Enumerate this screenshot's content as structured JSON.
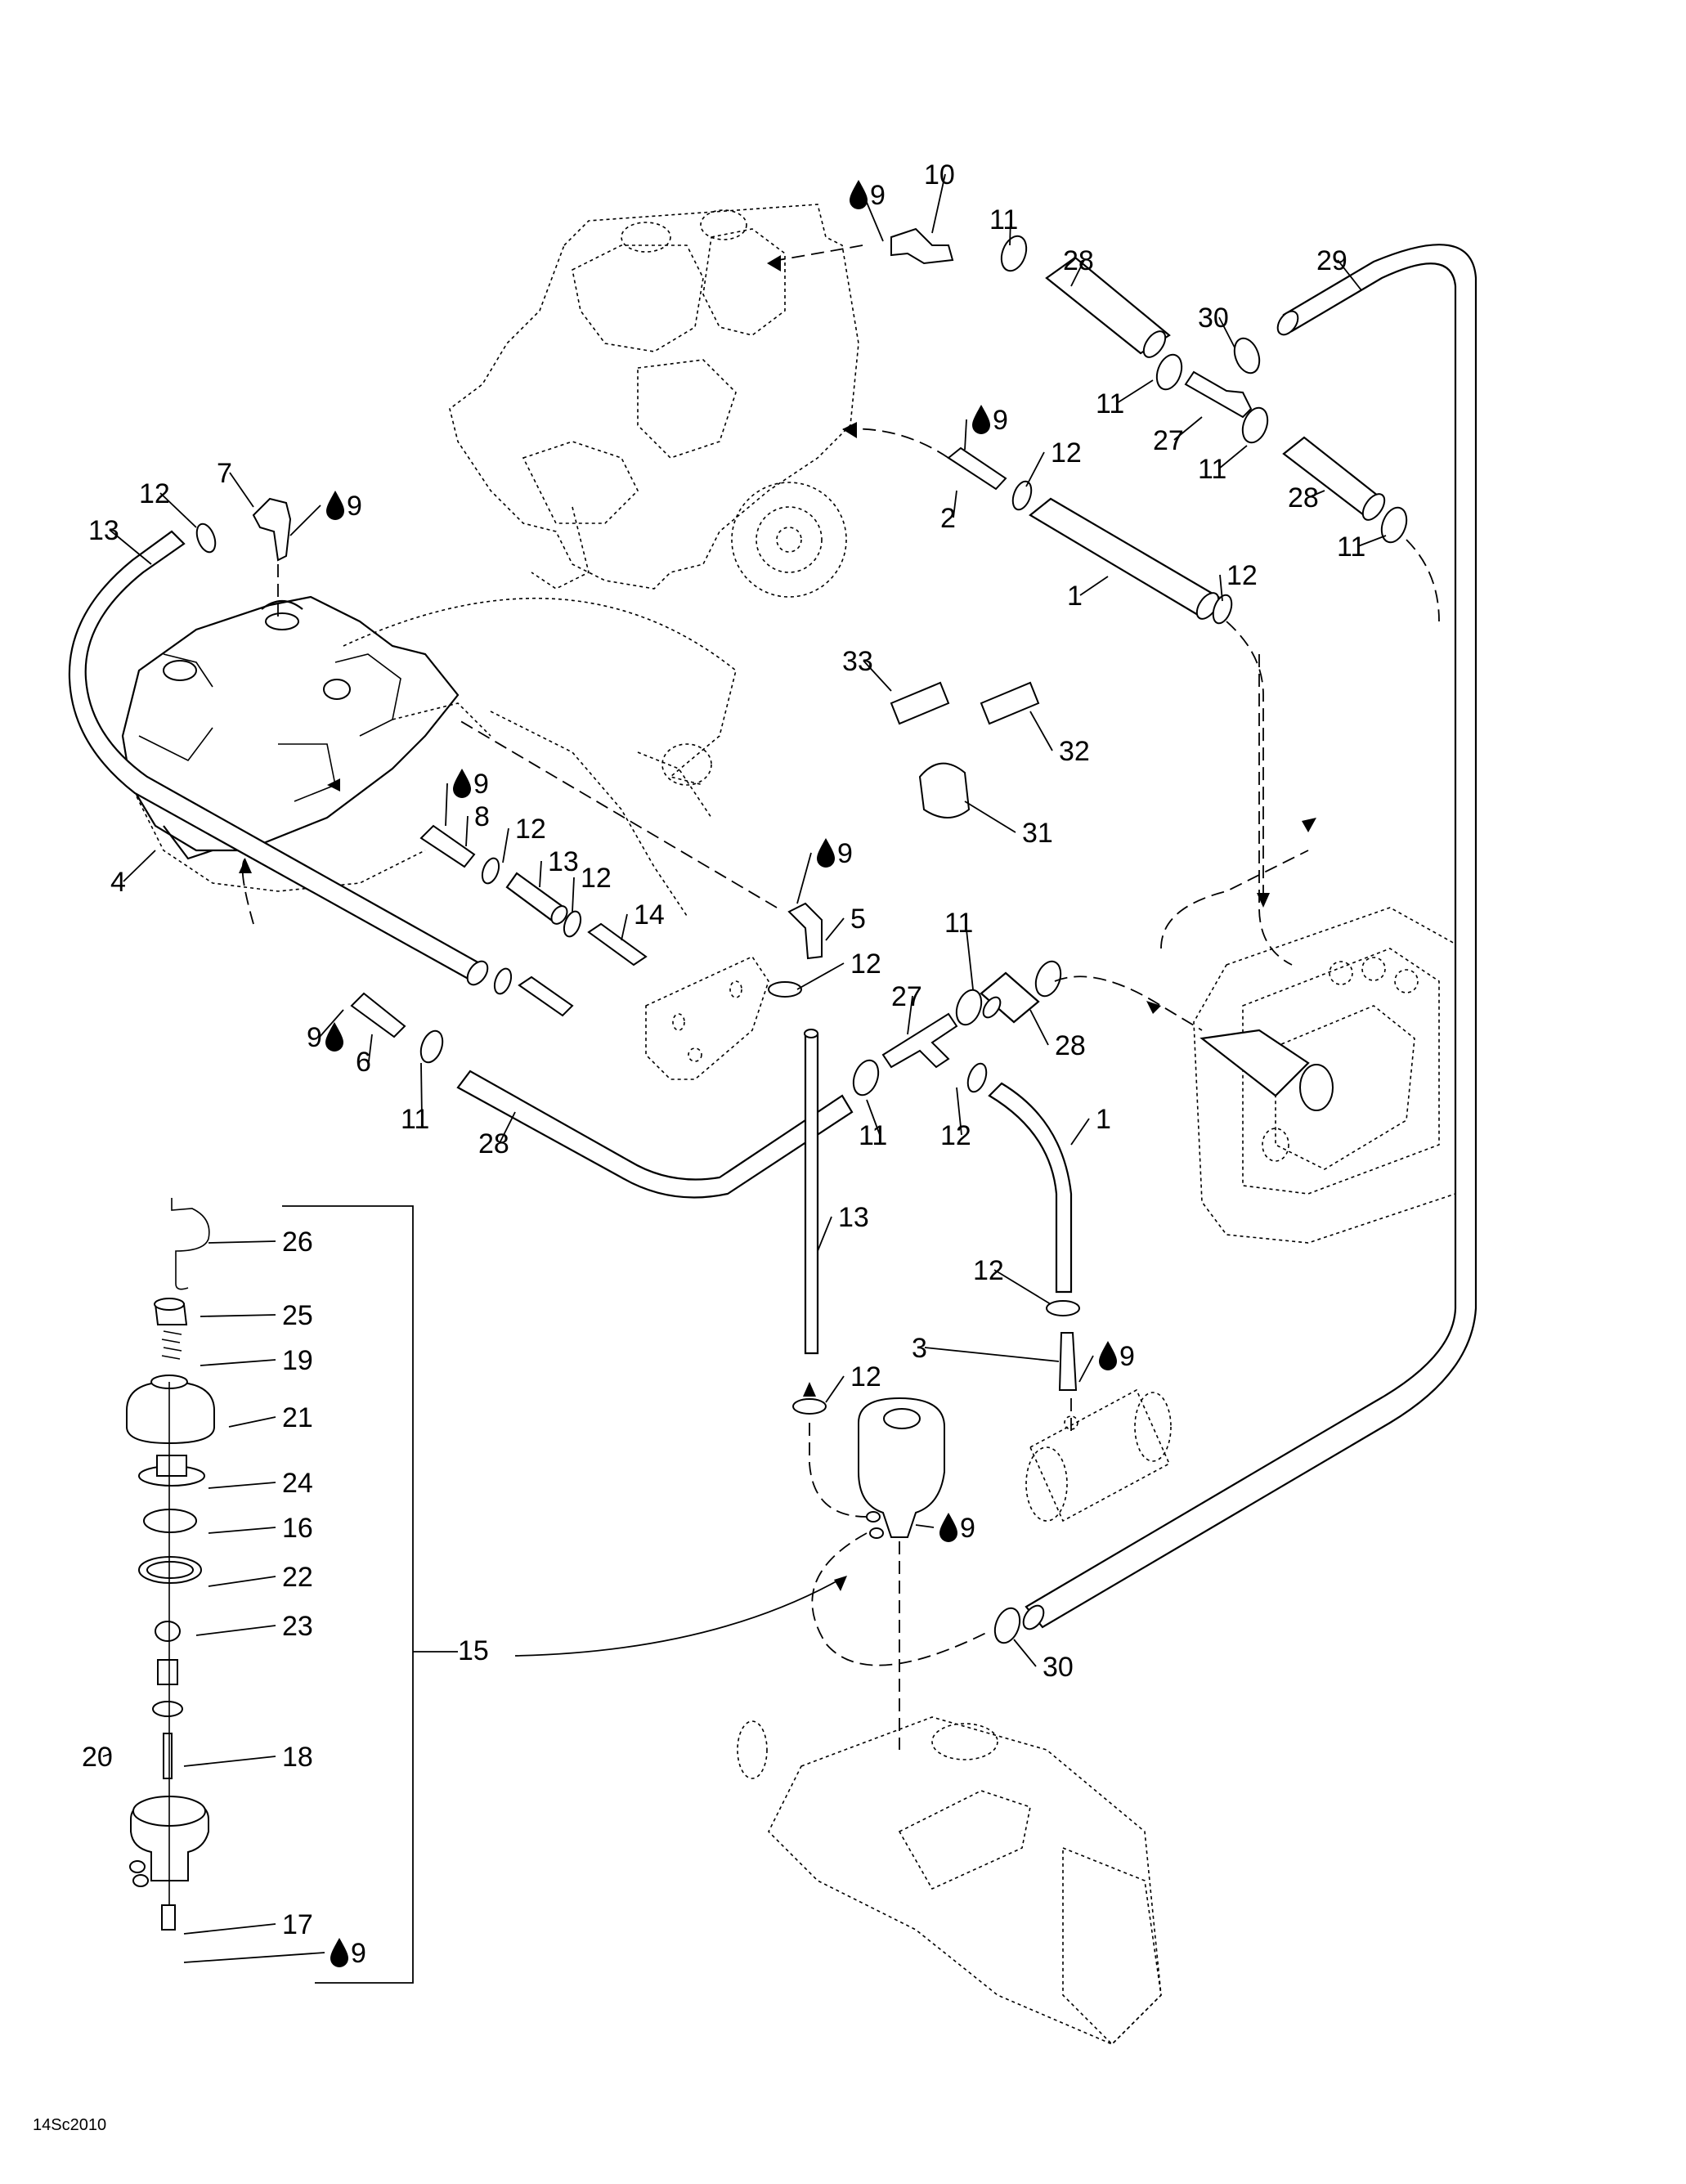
{
  "figure": {
    "code": "14Sc2010",
    "subject": "Cooling / water supply system exploded parts diagram",
    "drop_icon": "oil-drop-icon"
  },
  "components": {
    "engine": "engine-outline",
    "exhaust_manifold": "exhaust-manifold-outline",
    "exhaust_chamber": "exhaust-chamber",
    "jet_pump_plate": "jet-pump-plate",
    "muffler": "muffler-outline",
    "intake_grate": "intake-grate-outline"
  },
  "callouts": [
    {
      "id": "c9a",
      "label": "9",
      "drop": "left"
    },
    {
      "id": "c10",
      "label": "10"
    },
    {
      "id": "c11a",
      "label": "11"
    },
    {
      "id": "c28a",
      "label": "28"
    },
    {
      "id": "c29",
      "label": "29"
    },
    {
      "id": "c30a",
      "label": "30"
    },
    {
      "id": "c11b",
      "label": "11"
    },
    {
      "id": "c27a",
      "label": "27"
    },
    {
      "id": "c11c",
      "label": "11"
    },
    {
      "id": "c28b",
      "label": "28"
    },
    {
      "id": "c11d",
      "label": "11"
    },
    {
      "id": "c9b",
      "label": "9",
      "drop": "left"
    },
    {
      "id": "c12a",
      "label": "12"
    },
    {
      "id": "c2",
      "label": "2"
    },
    {
      "id": "c1a",
      "label": "1"
    },
    {
      "id": "c12b",
      "label": "12"
    },
    {
      "id": "c7",
      "label": "7"
    },
    {
      "id": "c12c",
      "label": "12"
    },
    {
      "id": "c9c",
      "label": "9",
      "drop": "left"
    },
    {
      "id": "c13a",
      "label": "13"
    },
    {
      "id": "c33",
      "label": "33"
    },
    {
      "id": "c32",
      "label": "32"
    },
    {
      "id": "c31",
      "label": "31"
    },
    {
      "id": "c4",
      "label": "4"
    },
    {
      "id": "c9d",
      "label": "9",
      "drop": "left"
    },
    {
      "id": "c8",
      "label": "8"
    },
    {
      "id": "c12d",
      "label": "12"
    },
    {
      "id": "c13b",
      "label": "13"
    },
    {
      "id": "c12e",
      "label": "12"
    },
    {
      "id": "c14",
      "label": "14"
    },
    {
      "id": "c9e",
      "label": "9",
      "drop": "right"
    },
    {
      "id": "c6",
      "label": "6"
    },
    {
      "id": "c11e",
      "label": "11"
    },
    {
      "id": "c28c",
      "label": "28"
    },
    {
      "id": "c9f",
      "label": "9",
      "drop": "left"
    },
    {
      "id": "c5",
      "label": "5"
    },
    {
      "id": "c12f",
      "label": "12"
    },
    {
      "id": "c11f",
      "label": "11"
    },
    {
      "id": "c27b",
      "label": "27"
    },
    {
      "id": "c28d",
      "label": "28"
    },
    {
      "id": "c11g",
      "label": "11"
    },
    {
      "id": "c12g",
      "label": "12"
    },
    {
      "id": "c1b",
      "label": "1"
    },
    {
      "id": "c13c",
      "label": "13"
    },
    {
      "id": "c12h",
      "label": "12"
    },
    {
      "id": "c3",
      "label": "3"
    },
    {
      "id": "c9g",
      "label": "9",
      "drop": "left"
    },
    {
      "id": "c12i",
      "label": "12"
    },
    {
      "id": "c9h",
      "label": "9",
      "drop": "left"
    },
    {
      "id": "c30b",
      "label": "30"
    },
    {
      "id": "c15",
      "label": "15"
    },
    {
      "id": "c26",
      "label": "26"
    },
    {
      "id": "c25",
      "label": "25"
    },
    {
      "id": "c19",
      "label": "19"
    },
    {
      "id": "c21",
      "label": "21"
    },
    {
      "id": "c24",
      "label": "24"
    },
    {
      "id": "c16",
      "label": "16"
    },
    {
      "id": "c22",
      "label": "22"
    },
    {
      "id": "c23",
      "label": "23"
    },
    {
      "id": "c20",
      "label": "20"
    },
    {
      "id": "c18",
      "label": "18"
    },
    {
      "id": "c17",
      "label": "17"
    },
    {
      "id": "c9i",
      "label": "9",
      "drop": "left"
    }
  ]
}
